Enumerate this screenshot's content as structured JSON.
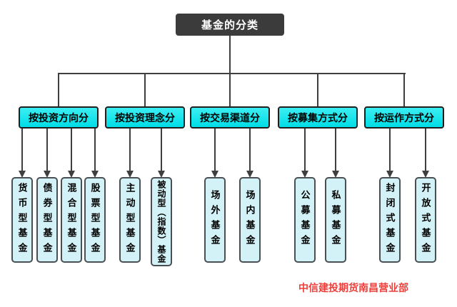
{
  "tree": {
    "root": "基金的分类",
    "branches": [
      {
        "label": "按投资方向分",
        "children": [
          "货币型基金",
          "债券型基金",
          "混合型基金",
          "股票型基金"
        ]
      },
      {
        "label": "按投资理念分",
        "children": [
          "主动型基金",
          "被动型（指数）基金"
        ]
      },
      {
        "label": "按交易渠道分",
        "children": [
          "场外基金",
          "场内基金"
        ]
      },
      {
        "label": "按募集方式分",
        "children": [
          "公募基金",
          "私募基金"
        ]
      },
      {
        "label": "按运作方式分",
        "children": [
          "封闭式基金",
          "开放式基金"
        ]
      }
    ]
  },
  "watermark": {
    "text": "中信建投期货南昌营业部"
  },
  "colors": {
    "dark": "#3b3b3b",
    "title_text": "#ffffff",
    "line": "#3f3f3f",
    "border_dark": "#1f1f1f",
    "branch_fill": "#00dde6",
    "branch_fill_light": "#3ceef2",
    "leaf_fill": "#d3f2f7",
    "leaf_border": "#4a4f54",
    "watermark": "#ee3e39"
  }
}
